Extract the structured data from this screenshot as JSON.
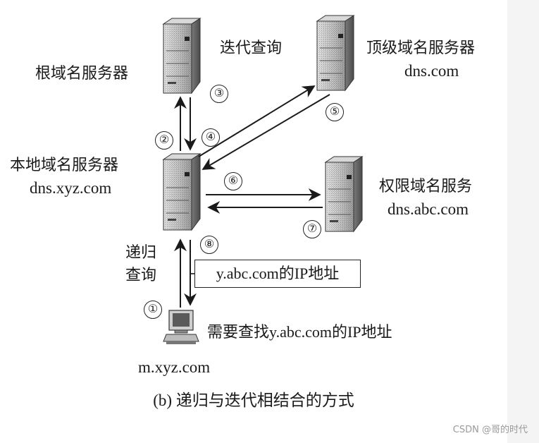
{
  "diagram": {
    "caption": "(b) 递归与迭代相结合的方式",
    "iterative_label": "迭代查询",
    "recursive_label_line1": "递归",
    "recursive_label_line2": "查询",
    "ip_result_box": "y.abc.com的IP地址",
    "servers": {
      "root": {
        "name": "根域名服务器"
      },
      "tld": {
        "name": "顶级域名服务器",
        "domain": "dns.com"
      },
      "local": {
        "name": "本地域名服务器",
        "domain": "dns.xyz.com"
      },
      "authoritative": {
        "name": "权限域名服务",
        "domain": "dns.abc.com"
      }
    },
    "host": {
      "domain": "m.xyz.com",
      "query": "需要查找y.abc.com的IP地址"
    },
    "steps": [
      "①",
      "②",
      "③",
      "④",
      "⑤",
      "⑥",
      "⑦",
      "⑧"
    ]
  },
  "watermark": "CSDN @哥的时代",
  "colors": {
    "ink": "#1a1a1a",
    "server_light": "#cfcfcf",
    "server_dark": "#6e6e6e"
  }
}
